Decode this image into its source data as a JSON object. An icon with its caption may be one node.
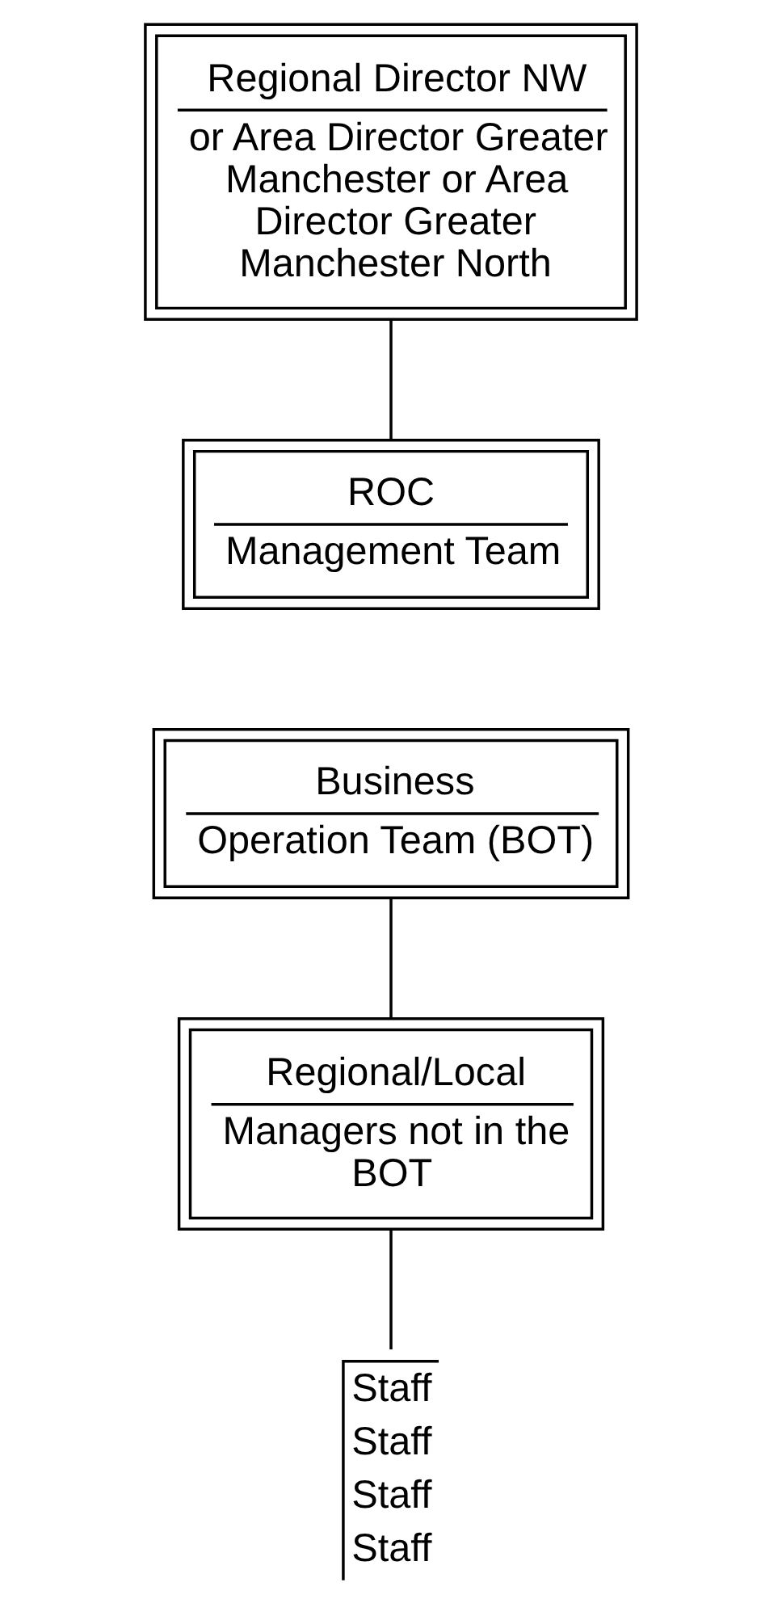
{
  "diagram": {
    "nodes": [
      {
        "text": [
          "Regional Director NW",
          "or Area Director Greater Manchester or Area Director Greater Manchester North"
        ]
      },
      {
        "text": [
          "ROC",
          "Management Team"
        ]
      },
      {
        "text": [
          "Business",
          "Operation Team (BOT)"
        ]
      },
      {
        "text": [
          "Regional/Local",
          "Managers not in the BOT"
        ]
      },
      {
        "text": [
          "Staff",
          "Staff",
          "Staff",
          "Staff"
        ]
      }
    ],
    "edges": [
      {
        "from": 0,
        "to": 1,
        "arrow": "none"
      },
      {
        "from": 2,
        "to": 3,
        "arrow": "none"
      },
      {
        "from": 3,
        "to": 4,
        "arrow": "none"
      }
    ]
  }
}
